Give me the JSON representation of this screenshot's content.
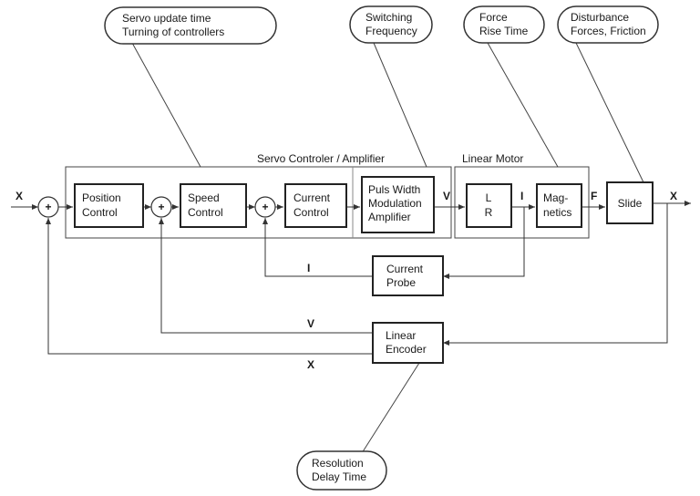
{
  "callouts": {
    "servo_update": [
      "Servo update time",
      "Turning of controllers"
    ],
    "switching": [
      "Switching",
      "Frequency"
    ],
    "force_rise": [
      "Force",
      "Rise Time"
    ],
    "disturbance": [
      "Disturbance",
      "Forces, Friction"
    ],
    "resolution": [
      "Resolution",
      "Delay Time"
    ]
  },
  "groups": {
    "servo": "Servo Controler / Amplifier",
    "motor": "Linear Motor"
  },
  "blocks": {
    "position": [
      "Position",
      "Control"
    ],
    "speed": [
      "Speed",
      "Control"
    ],
    "current": [
      "Current",
      "Control"
    ],
    "pwm": [
      "Puls Width",
      "Modulation",
      "Amplifier"
    ],
    "lr": [
      "L",
      "R"
    ],
    "magnetics": [
      "Mag-",
      "netics"
    ],
    "slide": "Slide",
    "probe": [
      "Current",
      "Probe"
    ],
    "encoder": [
      "Linear",
      "Encoder"
    ]
  },
  "signals": {
    "x_in": "X",
    "v": "V",
    "i": "I",
    "f": "F",
    "x_out": "X",
    "i_fb": "I",
    "v_fb": "V",
    "x_fb": "X"
  },
  "sum_symbol": "+"
}
